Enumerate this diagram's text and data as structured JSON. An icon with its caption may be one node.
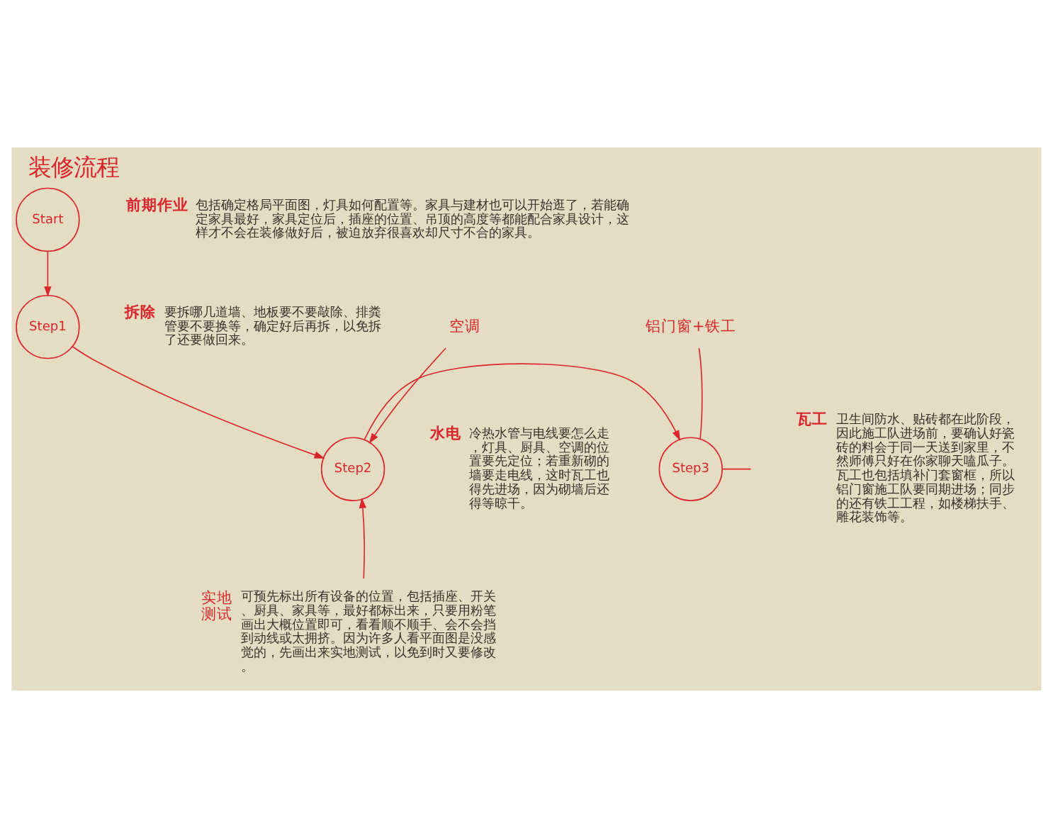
{
  "diagram": {
    "title": "装修流程",
    "nodes": [
      {
        "text": [
          "Start"
        ],
        "beside": [
          "前期作业",
          "包括确定格局平面图，灯具如何配置等。家具与建材也可以开始逛了，若能确定家具最好，家具定位后，插座的位置、吊顶的高度等都能配合家具设计，这样才不会在装修做好后，被迫放弃很喜欢却尺寸不合的家具。"
        ]
      },
      {
        "text": [
          "Step1"
        ],
        "beside": [
          "拆除",
          "要拆哪几道墙、地板要不要敲除、排粪管要不要换等，确定好后再拆，以免拆了还要做回来。"
        ]
      },
      {
        "text": [
          "Step2"
        ],
        "beside": [
          "水电",
          "冷热水管与电线要怎么走，灯具、厨具、空调的位置要先定位；若重新砌的墙要走电线，这时瓦工也得先进场，因为砌墙后还得等晾干。"
        ]
      },
      {
        "text": [
          "Step3"
        ],
        "beside": [
          "瓦工",
          "卫生间防水、贴砖都在此阶段，因此施工队进场前，要确认好瓷砖的料会于同一天送到家里，不然师傅只好在你家聊天嗑瓜子。瓦工也包括填补门套窗框，所以铝门窗施工队要同期进场；同步的还有铁工工程，如楼梯扶手、雕花装饰等。"
        ]
      },
      {
        "text": [
          "空调"
        ]
      },
      {
        "text": [
          "实地测试"
        ],
        "beside": [
          "可预先标出所有设备的位置，包括插座、开关、厨具、家具等，最好都标出来，只要用粉笔画出大概位置即可，看看顺不顺手、会不会挡到动线或太拥挤。因为许多人看平面图是没感觉的，先画出来实地测试，以免到时又要修改。"
        ]
      },
      {
        "text": [
          "铝门窗+铁工"
        ]
      }
    ],
    "edges": [
      {
        "from": 0,
        "to": 1,
        "arrow": "to"
      },
      {
        "from": 1,
        "to": 2,
        "arrow": "to"
      },
      {
        "from": 2,
        "to": 3,
        "arrow": "to"
      },
      {
        "from": 4,
        "to": 2,
        "arrow": "to"
      },
      {
        "from": 5,
        "to": 2,
        "arrow": "to"
      },
      {
        "from": 3,
        "to": 6,
        "arrow": "none"
      },
      {
        "from": 3,
        "to": null,
        "arrow": "none"
      }
    ]
  }
}
